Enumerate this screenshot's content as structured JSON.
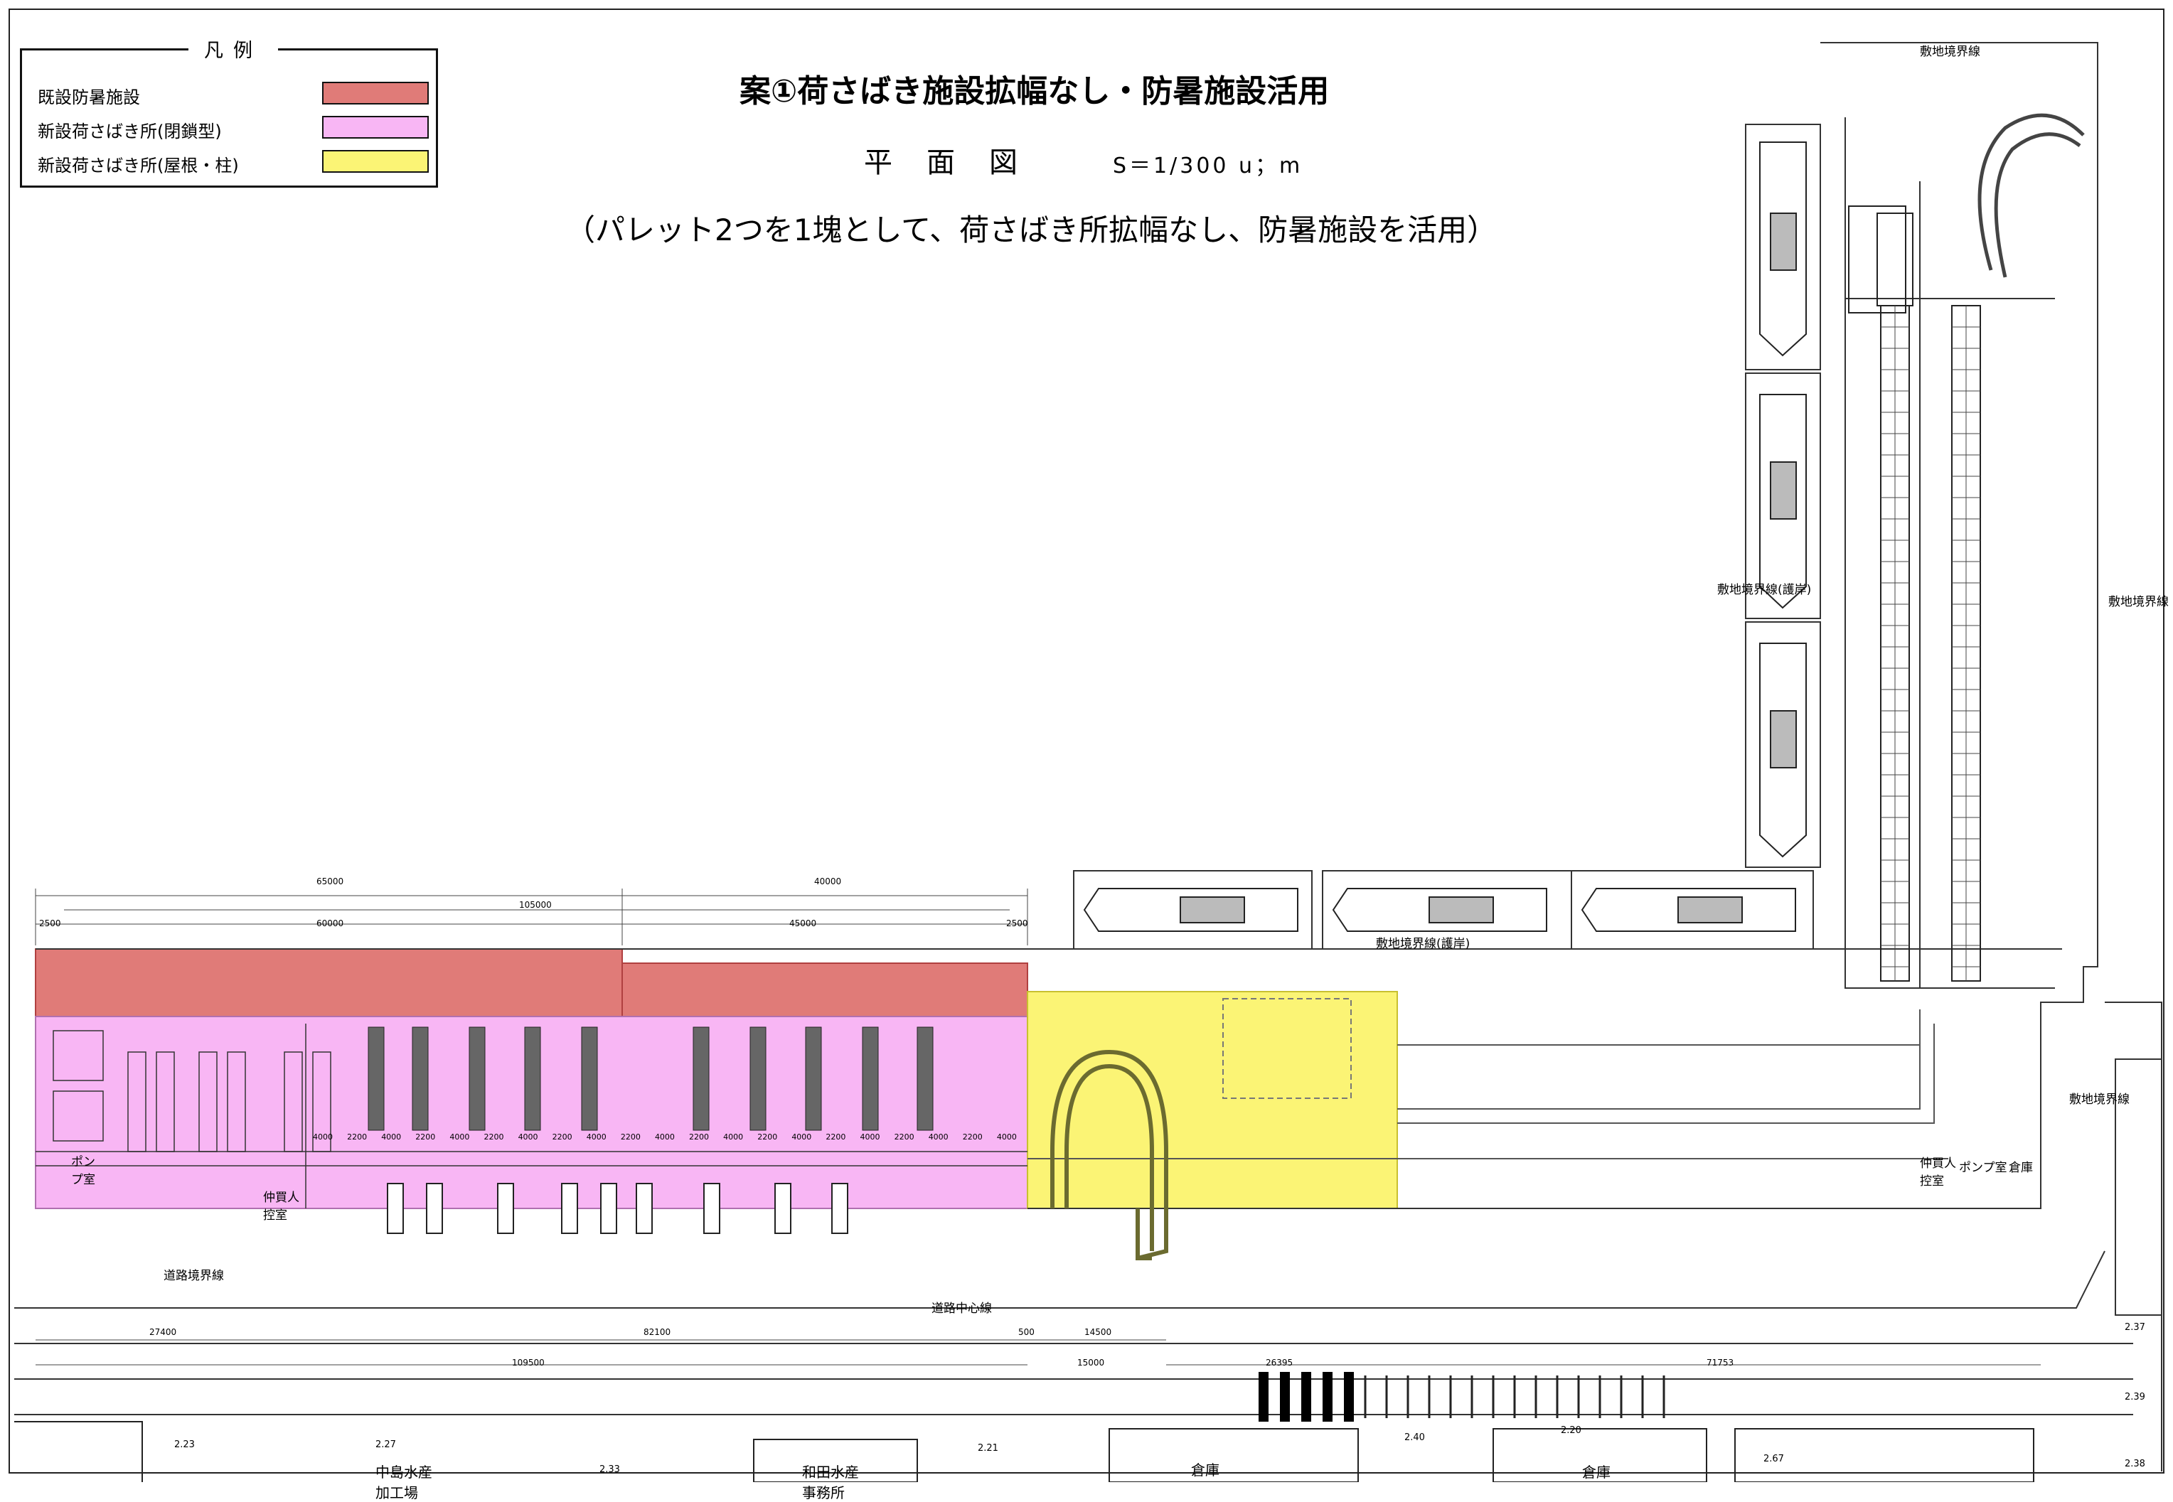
{
  "legend": {
    "title": "凡例",
    "items": [
      {
        "label": "既設防暑施設",
        "color": "#e07b78"
      },
      {
        "label": "新設荷さばき所(閉鎖型)",
        "color": "#f8b6f4"
      },
      {
        "label": "新設荷さばき所(屋根・柱)",
        "color": "#fbf475"
      }
    ]
  },
  "title": {
    "main": "案①荷さばき施設拡幅なし・防暑施設活用",
    "plan": "平面図",
    "scale": "S＝1/300 u；m",
    "subtitle": "（パレット2つを1塊として、荷さばき所拡幅なし、防暑施設を活用）"
  },
  "labels": {
    "site_boundary_top": "敷地境界線",
    "site_boundary_right": "敷地境界線",
    "site_boundary_mid": "敷地境界線(護岸)",
    "site_boundary_revetment": "敷地境界線(護岸)",
    "site_boundary_east": "敷地境界線",
    "road_boundary": "道路境界線",
    "road_center": "道路中心線",
    "pump_room_left": "ポンプ室",
    "broker_waiting_left": "仲買人控室",
    "broker_waiting_right": "仲買人控室",
    "pump_room_right": "ポンプ室",
    "warehouse_small": "倉庫",
    "building_nakajima": "中島水産加工場",
    "building_wada": "和田水産事務所",
    "warehouse_1": "倉庫",
    "warehouse_2": "倉庫"
  },
  "dimensions": {
    "top_1": "65000",
    "top_2": "40000",
    "top_total": "105000",
    "sub_1": "60000",
    "sub_2": "45000",
    "edge_left": "2500",
    "edge_right": "2500",
    "bottom_1": "27400",
    "bottom_2": "82100",
    "bottom_3": "500",
    "bottom_4": "14500",
    "bottom_total": "109500",
    "bottom_5": "15000",
    "bottom_6": "26395",
    "bottom_7": "71753",
    "bay_widths": [
      "4000",
      "2200",
      "4000",
      "2200",
      "4000",
      "2200",
      "4000",
      "2200",
      "4000",
      "2200",
      "4000",
      "2200",
      "4000",
      "2200",
      "4000",
      "2200",
      "4000",
      "2200",
      "4000",
      "2200",
      "4000"
    ]
  },
  "elevations": [
    "2.27",
    "2.23",
    "2.21",
    "2.33",
    "2.40",
    "2.20",
    "2.37",
    "2.39",
    "2.38",
    "2.67"
  ]
}
